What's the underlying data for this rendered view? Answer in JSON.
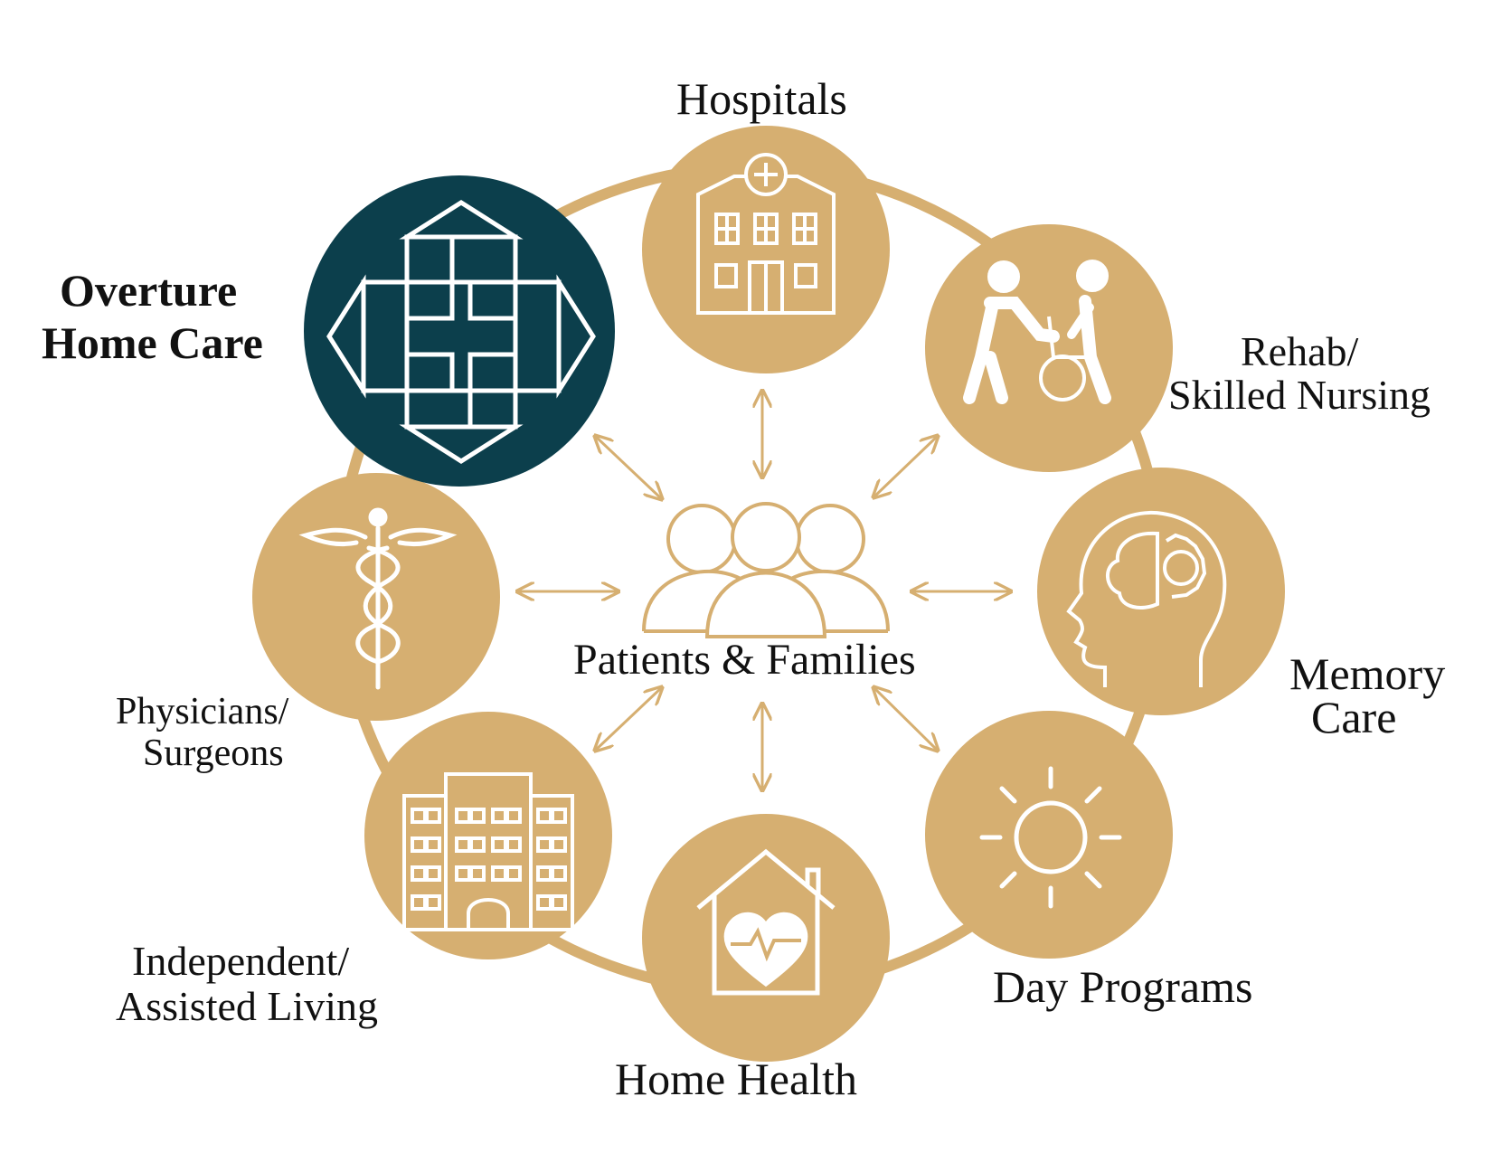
{
  "brand": {
    "line1": "Overture",
    "line2": "Home Care"
  },
  "center": {
    "label": "Patients & Families"
  },
  "nodes": {
    "hospitals": {
      "label": "Hospitals"
    },
    "rehab": {
      "line1": "Rehab/",
      "line2": "Skilled Nursing"
    },
    "memory": {
      "line1": "Memory",
      "line2": "Care"
    },
    "day": {
      "label": "Day Programs"
    },
    "home_health": {
      "label": "Home Health"
    },
    "independent": {
      "line1": "Independent/",
      "line2": "Assisted Living"
    },
    "physicians": {
      "line1": "Physicians/",
      "line2": "Surgeons"
    }
  },
  "colors": {
    "gold": "#D6AF71",
    "teal": "#0C3F4C",
    "icon": "#FFFFFF",
    "text": "#111111"
  }
}
